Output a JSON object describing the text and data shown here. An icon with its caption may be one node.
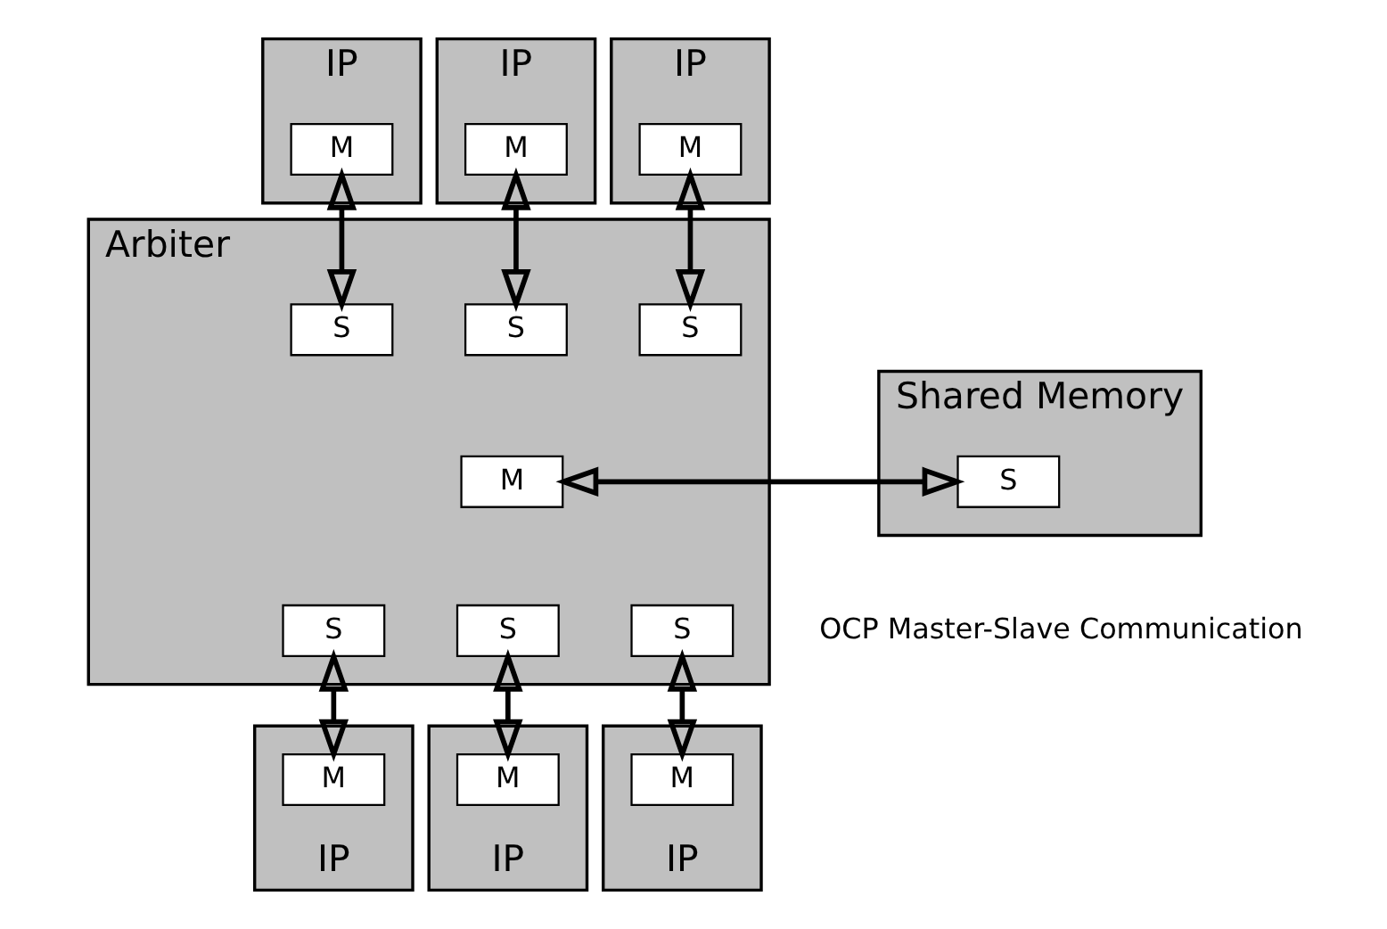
{
  "diagram": {
    "nodes": [
      {
        "text": [
          "IP"
        ]
      },
      {
        "text": [
          "M"
        ],
        "in": 0
      },
      {
        "text": [
          "IP"
        ]
      },
      {
        "text": [
          "M"
        ],
        "in": 2
      },
      {
        "text": [
          "IP"
        ]
      },
      {
        "text": [
          "M"
        ],
        "in": 4
      },
      {
        "text": [
          "Arbiter"
        ]
      },
      {
        "text": [
          "S"
        ],
        "in": 6
      },
      {
        "text": [
          "S"
        ],
        "in": 6
      },
      {
        "text": [
          "S"
        ],
        "in": 6
      },
      {
        "text": [
          "M"
        ],
        "in": 6
      },
      {
        "text": [
          "S"
        ],
        "in": 6
      },
      {
        "text": [
          "S"
        ],
        "in": 6
      },
      {
        "text": [
          "S"
        ],
        "in": 6
      },
      {
        "text": [
          "Shared Memory"
        ]
      },
      {
        "text": [
          "S"
        ],
        "in": 14
      },
      {
        "text": [
          "IP"
        ]
      },
      {
        "text": [
          "M"
        ],
        "in": 16
      },
      {
        "text": [
          "IP"
        ]
      },
      {
        "text": [
          "M"
        ],
        "in": 18
      },
      {
        "text": [
          "IP"
        ]
      },
      {
        "text": [
          "M"
        ],
        "in": 20
      }
    ],
    "edges": [
      {
        "from": 1,
        "to": 7,
        "arrow": "both"
      },
      {
        "from": 3,
        "to": 8,
        "arrow": "both"
      },
      {
        "from": 5,
        "to": 9,
        "arrow": "both"
      },
      {
        "from": 10,
        "to": 15,
        "arrow": "both"
      },
      {
        "from": 11,
        "to": 17,
        "arrow": "both"
      },
      {
        "from": 12,
        "to": 19,
        "arrow": "both"
      },
      {
        "from": 13,
        "to": 21,
        "arrow": "both"
      }
    ],
    "legend": [
      {
        "text": "OCP Master-Slave Communication"
      }
    ]
  }
}
